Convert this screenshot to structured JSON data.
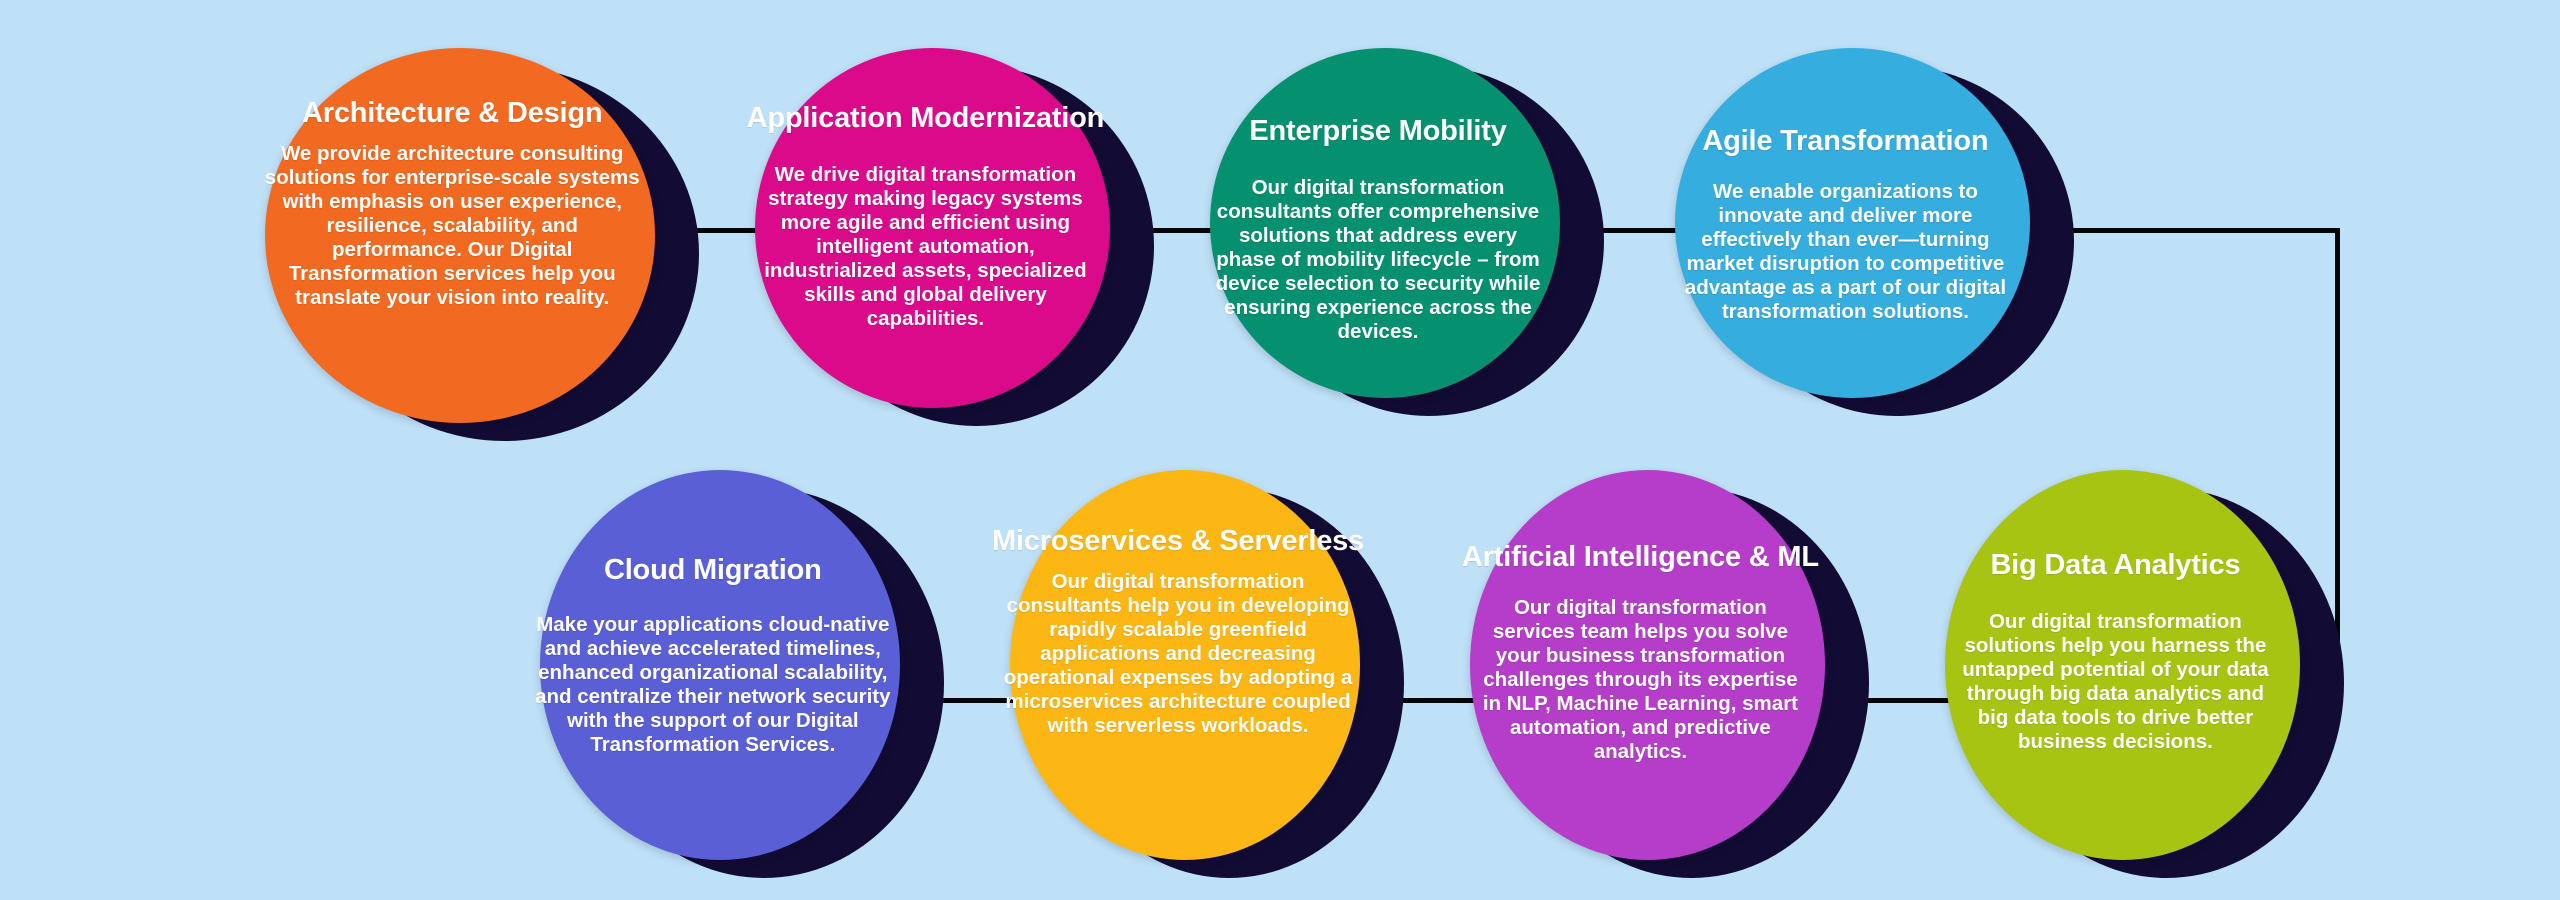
{
  "diagram": {
    "background_color": "#bfe1f8",
    "shadow_color": "#120b33",
    "connector_color": "#050505",
    "text_color": "#ffffff",
    "nodes": [
      {
        "id": "architecture-design",
        "title": "Architecture & Design",
        "body": "We provide architecture consulting solutions for enterprise-scale systems with emphasis on user experience, resilience, scalability, and performance. Our Digital Transformation services help you translate your vision into reality.",
        "color": "#F26A21",
        "row": 1,
        "order": 1
      },
      {
        "id": "application-modernization",
        "title": "Application Modernization",
        "body": "We drive digital transformation strategy making legacy systems more agile and efficient using intelligent automation, industrialized assets, specialized skills and global delivery capabilities.",
        "color": "#DA0A8B",
        "row": 1,
        "order": 2
      },
      {
        "id": "enterprise-mobility",
        "title": "Enterprise Mobility",
        "body": "Our digital transformation consultants offer comprehensive solutions that address every phase of mobility lifecycle – from device selection to security while ensuring experience across the devices.",
        "color": "#05916F",
        "row": 1,
        "order": 3
      },
      {
        "id": "agile-transformation",
        "title": "Agile Transformation",
        "body": "We enable organizations to innovate and deliver more effectively than ever—turning market disruption to competitive advantage as a part of our digital transformation solutions.",
        "color": "#35ADDF",
        "row": 1,
        "order": 4
      },
      {
        "id": "cloud-migration",
        "title": "Cloud Migration",
        "body": "Make your applications cloud-native and achieve accelerated timelines, enhanced organizational scalability, and centralize their network security with the support of our Digital Transformation Services.",
        "color": "#5A5FD6",
        "row": 2,
        "order": 1
      },
      {
        "id": "microservices-serverless",
        "title": "Microservices & Serverless",
        "body": "Our digital transformation consultants help you in developing rapidly scalable greenfield applications and decreasing operational expenses by adopting a microservices architecture coupled with serverless workloads.",
        "color": "#FDB714",
        "row": 2,
        "order": 2
      },
      {
        "id": "artificial-intelligence-ml",
        "title": "Artificial Intelligence & ML",
        "body": "Our digital transformation services team helps you solve your business transformation challenges through its expertise in NLP, Machine Learning, smart automation, and predictive analytics.",
        "color": "#B53DC9",
        "row": 2,
        "order": 3
      },
      {
        "id": "big-data-analytics",
        "title": "Big Data Analytics",
        "body": "Our digital transformation solutions help you harness the untapped potential of your data through big data analytics and big data tools to drive better business decisions.",
        "color": "#A8C413",
        "row": 2,
        "order": 4
      }
    ]
  }
}
